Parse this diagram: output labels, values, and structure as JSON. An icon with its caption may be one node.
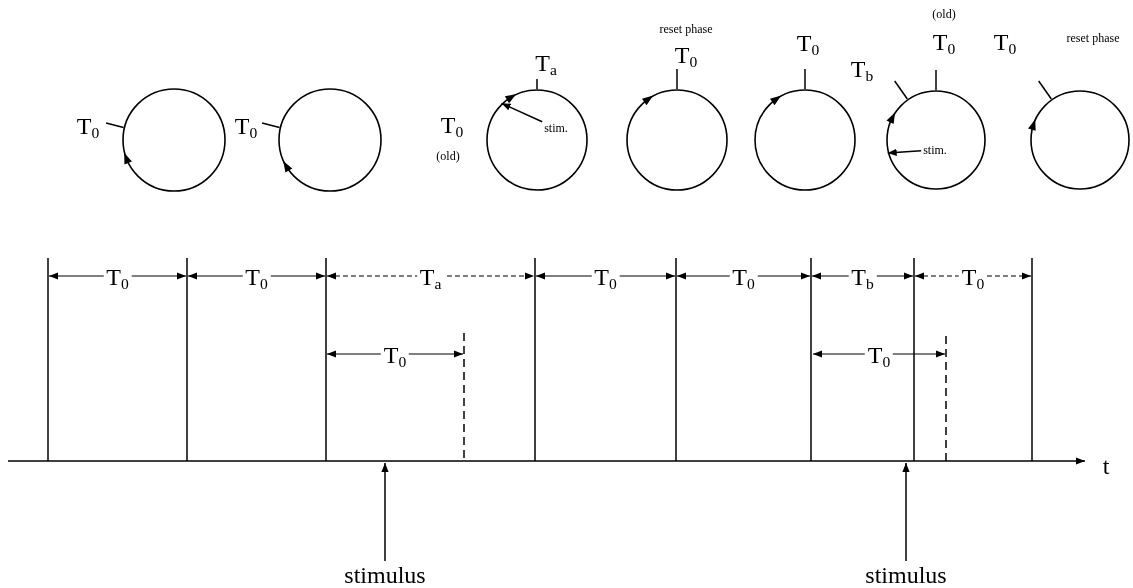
{
  "diagram": {
    "nodes": [
      {
        "text": [],
        "shape": "circle",
        "beside": [
          "T$_{0}$"
        ]
      },
      {
        "text": [],
        "shape": "circle",
        "beside": [
          "T$_{0}$"
        ]
      },
      {
        "text": [],
        "shape": "circle",
        "beside": [
          "T$_{a}$",
          "T$_{0}$",
          "(old)"
        ]
      },
      {
        "text": [
          "stim."
        ],
        "in": 2
      },
      {
        "text": [],
        "shape": "circle",
        "beside": [
          "reset phase",
          "T$_{0}$"
        ]
      },
      {
        "text": [],
        "shape": "circle",
        "beside": [
          "T$_{0}$"
        ]
      },
      {
        "text": [],
        "shape": "circle",
        "beside": [
          "(old)",
          "T$_{0}$",
          "T$_{b}$"
        ]
      },
      {
        "text": [
          "stim."
        ],
        "in": 6
      },
      {
        "text": [],
        "shape": "circle",
        "beside": [
          "T$_{0}$",
          "reset phase"
        ]
      },
      {
        "text": [
          "stimulus"
        ]
      },
      {
        "text": [
          "stimulus"
        ]
      }
    ],
    "edges": [
      {
        "from": 3,
        "to": 2,
        "arrow": "to"
      },
      {
        "from": 7,
        "to": 6,
        "arrow": "to"
      },
      {
        "from": 9,
        "to": null,
        "arrow": "to"
      },
      {
        "from": 10,
        "to": null,
        "arrow": "to"
      }
    ],
    "labels": [
      "T$_{0}$",
      "T$_{0}$",
      "T$_{a}$",
      "T$_{0}$",
      "T$_{0}$",
      "T$_{b}$",
      "T$_{0}$",
      "T$_{0}$",
      "T$_{0}$",
      "t"
    ]
  }
}
